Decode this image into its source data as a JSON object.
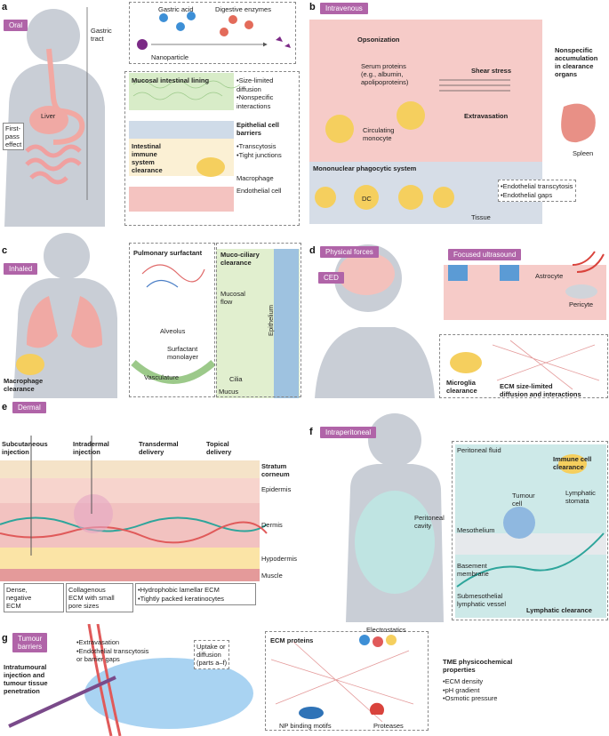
{
  "panel_a": {
    "letter": "a",
    "tag": "Oral",
    "gastric_acid": "Gastric acid",
    "digestive_enzymes": "Digestive enzymes",
    "nanoparticle": "Nanoparticle",
    "gastric_tract": "Gastric\ntract",
    "liver": "Liver",
    "first_pass": "First-\npass\neffect",
    "mucosal_lining": "Mucosal intestinal lining",
    "mucosal_bullets": [
      "Size-limited diffusion",
      "Nonspecific interactions"
    ],
    "epithelial_barriers": "Epithelial cell\nbarriers",
    "immune_clearance": "Intestinal\nimmune\nsystem\nclearance",
    "transcytosis_bullets": [
      "Transcytosis",
      "Tight junctions"
    ],
    "macrophage": "Macrophage",
    "endothelial_cell": "Endothelial cell"
  },
  "panel_b": {
    "letter": "b",
    "tag": "Intravenous",
    "opsonization": "Opsonization",
    "serum_proteins": "Serum proteins\n(e.g., albumin,\napolipoproteins)",
    "shear_stress": "Shear stress",
    "nonspecific": "Nonspecific\naccumulation\nin clearance\norgans",
    "circulating_monocyte": "Circulating\nmonocyte",
    "extravasation": "Extravasation",
    "spleen": "Spleen",
    "mps": "Mononuclear phagocytic system",
    "dc": "DC",
    "endothelial_bullets": [
      "Endothelial transcytosis",
      "Endothelial gaps"
    ],
    "tissue": "Tissue"
  },
  "panel_c": {
    "letter": "c",
    "tag": "Inhaled",
    "pulmonary_surfactant": "Pulmonary surfactant",
    "muco_ciliary": "Muco-ciliary\nclearance",
    "alveolus": "Alveolus",
    "surfactant_monolayer": "Surfactant\nmonolayer",
    "vasculature": "Vasculature",
    "mucosal_flow": "Mucosal\nflow",
    "cilia": "Cilia",
    "mucus": "Mucus",
    "epithelium": "Epithelium",
    "macrophage_clearance": "Macrophage\nclearance"
  },
  "panel_d": {
    "letter": "d",
    "tag": "Physical forces",
    "focused_ultrasound": "Focused ultrasound",
    "ced": "CED",
    "astrocyte": "Astrocyte",
    "pericyte": "Pericyte",
    "microglia": "Microglia\nclearance",
    "ecm_limited": "ECM size-limited\ndiffusion and interactions"
  },
  "panel_e": {
    "letter": "e",
    "tag": "Dermal",
    "routes": [
      "Subcutaneous\ninjection",
      "Intradermal\ninjection",
      "Transdermal\ndelivery",
      "Topical\ndelivery"
    ],
    "layers": [
      "Stratum\ncorneum",
      "Epidermis",
      "Dermis",
      "Hypodermis",
      "Muscle"
    ],
    "box1": "Dense,\nnegative\nECM",
    "box2": "Collagenous\nECM with small\npore sizes",
    "box3_bullets": [
      "Hydrophobic lamellar ECM",
      "Tightly packed keratinocytes"
    ]
  },
  "panel_f": {
    "letter": "f",
    "tag": "Intraperitoneal",
    "peritoneal_fluid": "Peritoneal fluid",
    "immune_cell": "Immune cell\nclearance",
    "tumour_cell": "Tumour\ncell",
    "lymphatic_stomata": "Lymphatic\nstomata",
    "peritoneal_cavity": "Peritoneal\ncavity",
    "mesothelium": "Mesothelium",
    "basement_membrane": "Basement\nmembrane",
    "submesothelial": "Submesothelial\nlymphatic vessel",
    "lymphatic_clearance": "Lymphatic clearance"
  },
  "panel_g": {
    "letter": "g",
    "tag": "Tumour\nbarriers",
    "barrier_bullets": [
      "Extravasation",
      "Endothelial transcytosis\nor barrier gaps"
    ],
    "uptake": "Uptake or\ndiffusion\n(parts a–f)",
    "intratumoural": "Intratumoural\ninjection and\ntumour tissue\npenetration",
    "ecm_proteins": "ECM proteins",
    "electrostatics": "Electrostatics",
    "np_binding": "NP binding motifs",
    "proteases": "Proteases",
    "tme_title": "TME physicochemical\nproperties",
    "tme_bullets": [
      "ECM density",
      "pH gradient",
      "Osmotic pressure"
    ]
  },
  "colors": {
    "tag": "#b064a8",
    "nanoparticle": "#7b2a86",
    "vessel": "#f4c3c0",
    "blood_cell": "#e05a5a",
    "silhouette": "#c9ced6",
    "ecm": "#3aa6a0"
  }
}
